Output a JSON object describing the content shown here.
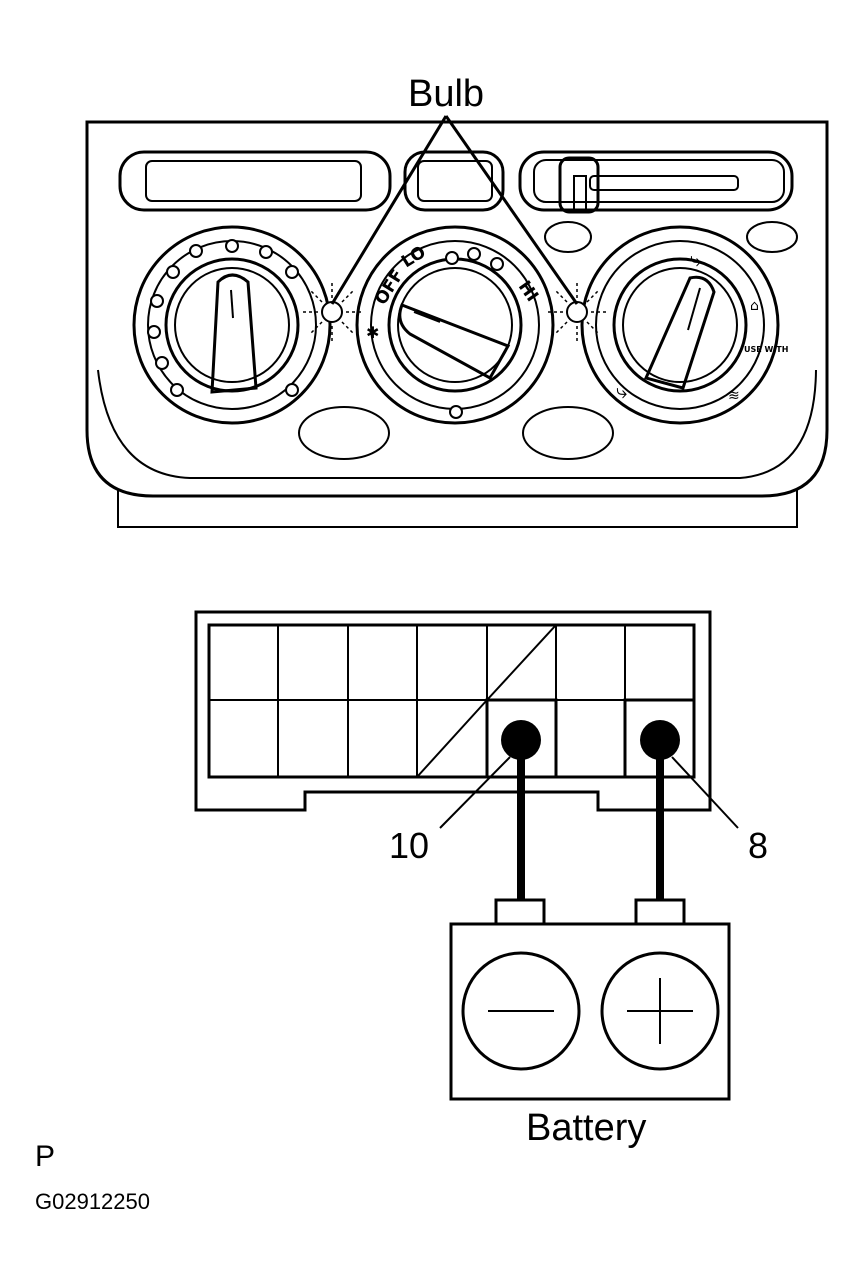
{
  "labels": {
    "bulb": "Bulb",
    "battery": "Battery",
    "terminal_negative": "10",
    "terminal_positive": "8",
    "view_mark": "P",
    "figure_code": "G02912250"
  },
  "fan_dial": {
    "off": "OFF",
    "lo": "LO",
    "hi": "HI"
  },
  "mode_dial": {
    "use_with": "USE WITH"
  }
}
